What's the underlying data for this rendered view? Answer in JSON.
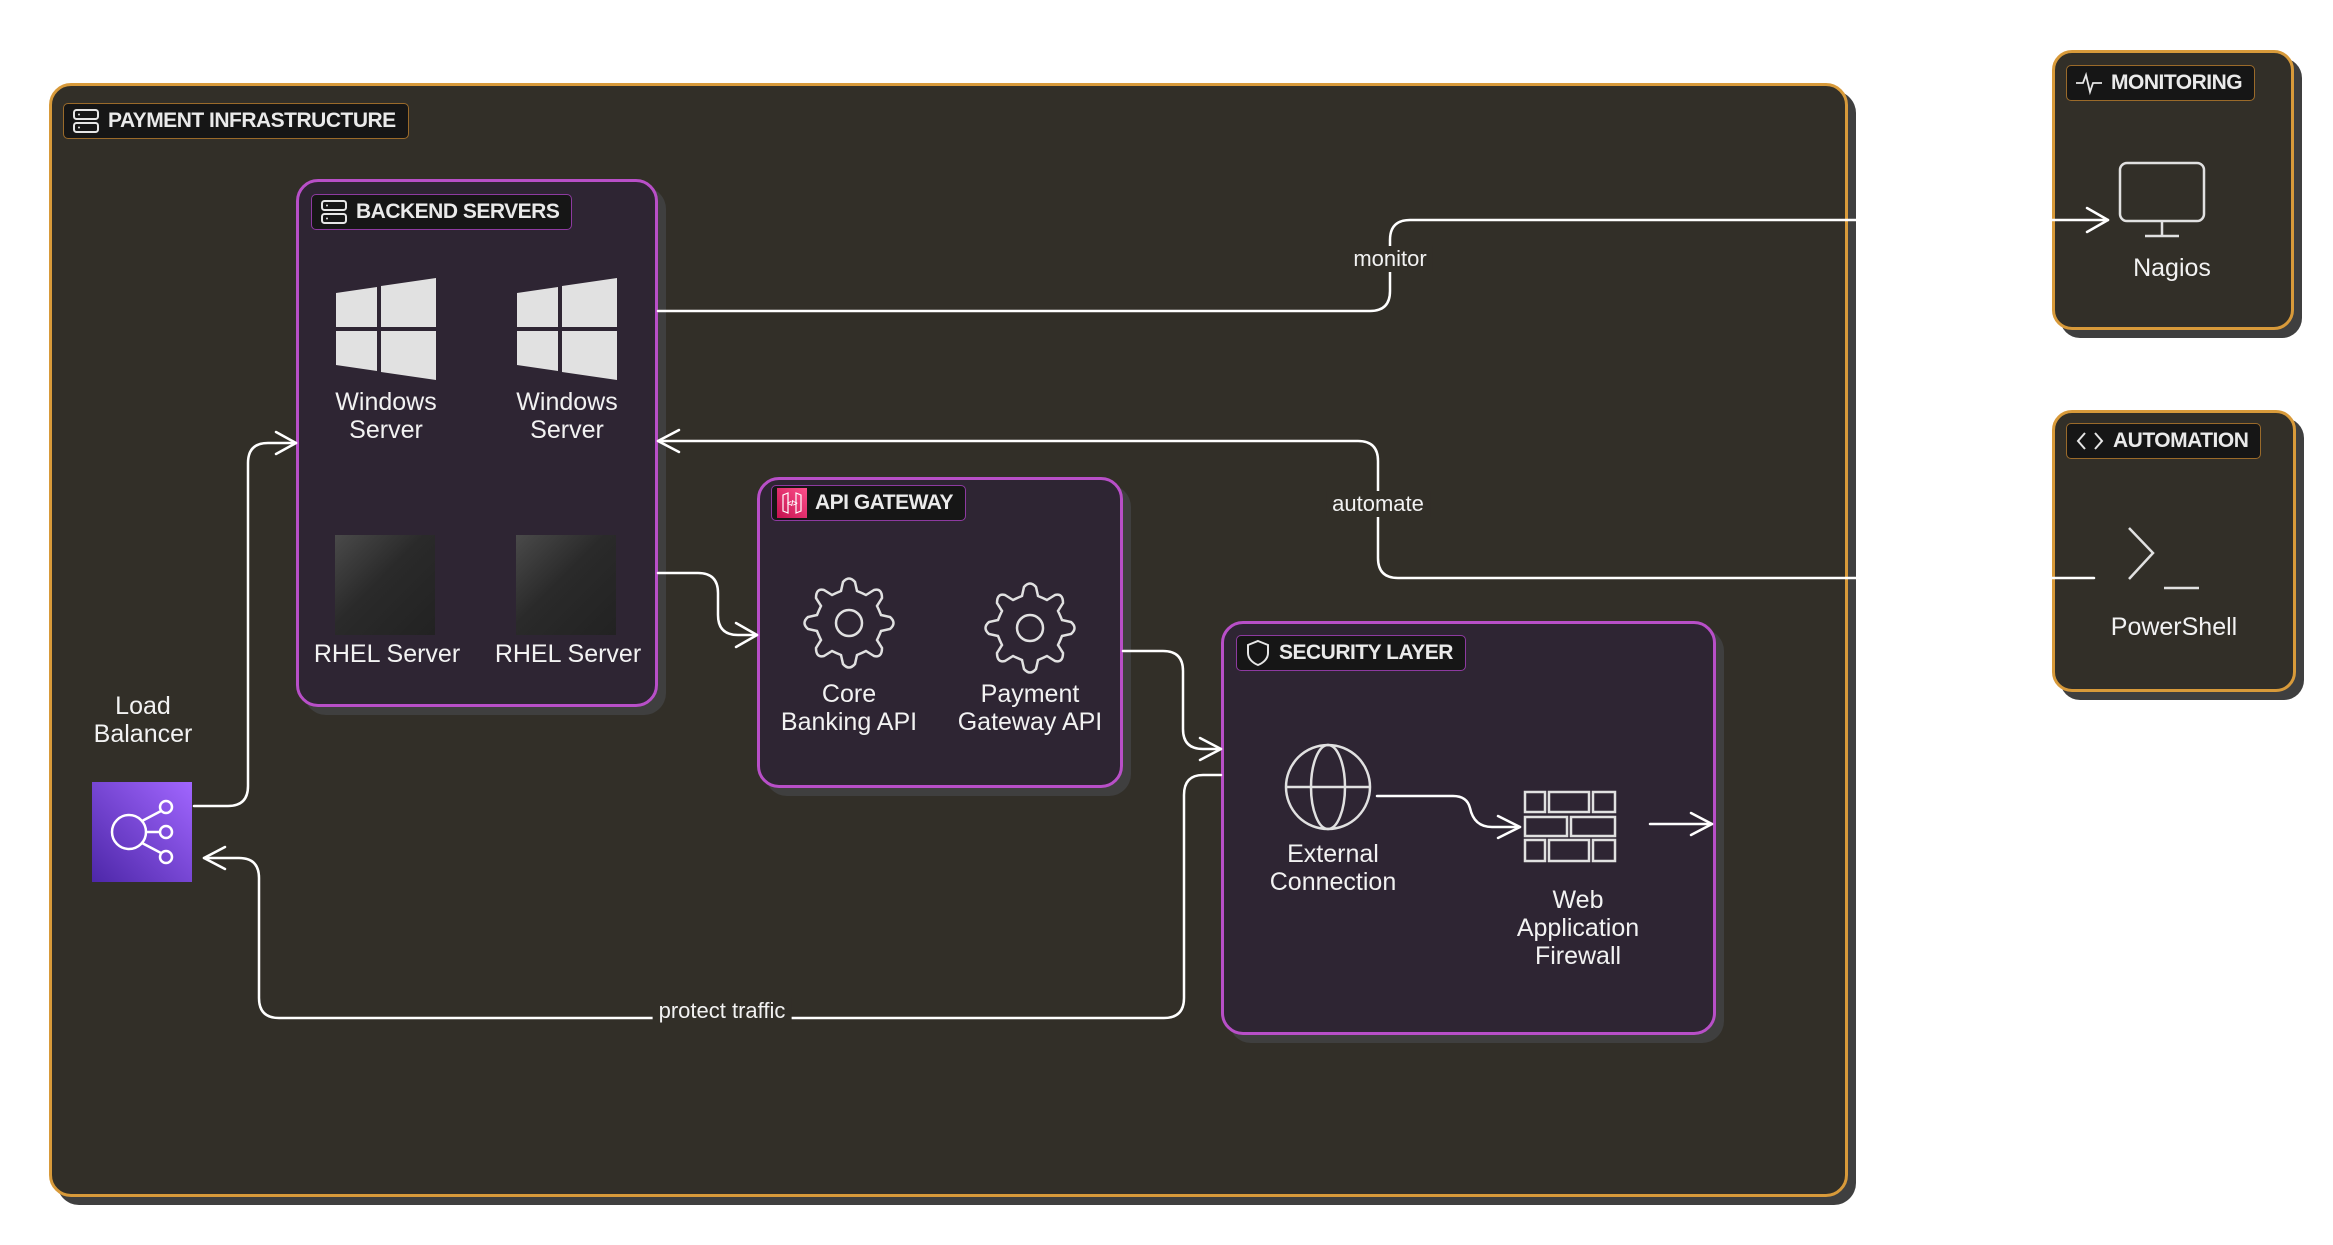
{
  "colors": {
    "outer_fill": "#322f28",
    "outer_border": "#d89a3a",
    "inner_fill": "#2e2533",
    "inner_border": "#b84fc8",
    "tag_fill": "#161616",
    "edge": "#ffffff",
    "load_balancer": "#7b3fd6",
    "api_gateway_icon": "#e0306d"
  },
  "groups": {
    "payment_infrastructure": {
      "title": "PAYMENT INFRASTRUCTURE",
      "icon": "server-stack-icon"
    },
    "backend_servers": {
      "title": "BACKEND SERVERS",
      "icon": "server-stack-icon"
    },
    "api_gateway": {
      "title": "API GATEWAY",
      "icon": "api-gateway-icon"
    },
    "security_layer": {
      "title": "SECURITY LAYER",
      "icon": "shield-icon"
    },
    "monitoring": {
      "title": "MONITORING",
      "icon": "pulse-icon"
    },
    "automation": {
      "title": "AUTOMATION",
      "icon": "code-brackets-icon"
    }
  },
  "nodes": {
    "load_balancer": {
      "label_line1": "Load",
      "label_line2": "Balancer",
      "icon": "load-balancer-icon"
    },
    "windows_server_1": {
      "label_line1": "Windows",
      "label_line2": "Server",
      "icon": "windows-logo-icon"
    },
    "windows_server_2": {
      "label_line1": "Windows",
      "label_line2": "Server",
      "icon": "windows-logo-icon"
    },
    "rhel_server_1": {
      "label": "RHEL Server",
      "icon": "rhel-placeholder-icon"
    },
    "rhel_server_2": {
      "label": "RHEL Server",
      "icon": "rhel-placeholder-icon"
    },
    "core_banking_api": {
      "label_line1": "Core",
      "label_line2": "Banking API",
      "icon": "gear-icon"
    },
    "payment_gateway_api": {
      "label_line1": "Payment",
      "label_line2": "Gateway API",
      "icon": "gear-icon"
    },
    "external_connection": {
      "label_line1": "External",
      "label_line2": "Connection",
      "icon": "globe-icon"
    },
    "waf": {
      "label_line1": "Web",
      "label_line2": "Application",
      "label_line3": "Firewall",
      "icon": "firewall-icon"
    },
    "nagios": {
      "label": "Nagios",
      "icon": "monitor-icon"
    },
    "powershell": {
      "label": "PowerShell",
      "icon": "terminal-icon"
    }
  },
  "edges": {
    "monitor": {
      "label": "monitor",
      "from": "Backend Servers",
      "to": "Nagios"
    },
    "automate": {
      "label": "automate",
      "from": "PowerShell",
      "to": "Backend Servers"
    },
    "protect_traffic": {
      "label": "protect traffic",
      "from": "Security Layer",
      "to": "Load Balancer"
    },
    "lb_to_backend": {
      "label": "",
      "from": "Load Balancer",
      "to": "Backend Servers"
    },
    "backend_to_api": {
      "label": "",
      "from": "Backend Servers",
      "to": "API Gateway"
    },
    "api_to_security": {
      "label": "",
      "from": "API Gateway",
      "to": "Security Layer"
    },
    "ext_to_waf": {
      "label": "",
      "from": "External Connection",
      "to": "Web Application Firewall"
    },
    "waf_out": {
      "label": "",
      "from": "Web Application Firewall",
      "to": "Security Layer edge"
    }
  }
}
